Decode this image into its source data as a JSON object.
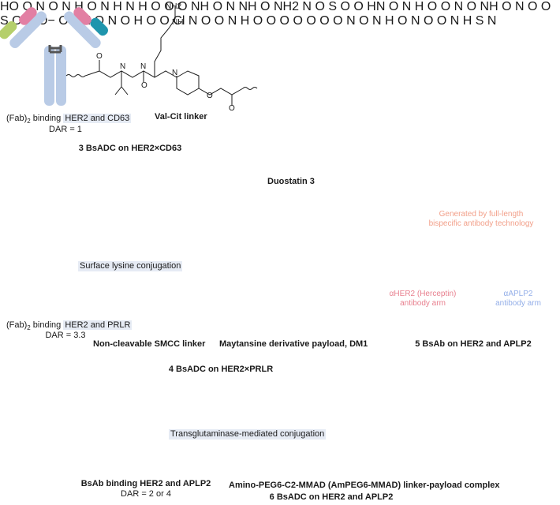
{
  "colors": {
    "fab_pink": "#e27fa3",
    "fab_green": "#b5cf6b",
    "fab_blue": "#b9cbe6",
    "fab_teal": "#1f95ad",
    "fab_tan": "#c7a77e",
    "hc_pink": "#e48bb1",
    "hc_blue": "#a9c3ee",
    "payload_star": "#f2a08a",
    "label_pink": "#e8808f",
    "label_blue": "#93aee8",
    "highlight": "#e6ebf4"
  },
  "panel3": {
    "fab_prefix": "(Fab)",
    "fab_sub": "2",
    "fab_binding": " binding ",
    "fab_target": "HER2 and CD63",
    "dar": "DAR = 1",
    "linker_label": "Val-Cit linker",
    "title": "3 BsADC on HER2×CD63",
    "atoms": {
      "nh2": "NH2",
      "nh_a": "NH",
      "o1": "O",
      "h_n": "H",
      "n1": "N",
      "o2": "O",
      "o3": "O",
      "n2": "N",
      "h2": "H",
      "o4": "O",
      "n3": "N",
      "h3": "H",
      "o5": "O",
      "o6": "O"
    }
  },
  "panel_duostatin": {
    "label": "Duostatin 3",
    "atoms": {
      "ho": "HO",
      "o_acid": "O",
      "n_pip": "N",
      "o_a": "O",
      "nh_b": "N",
      "h_b": "H",
      "o_b": "O",
      "n_c": "N",
      "h_c": "H",
      "o_c": "O",
      "n_d": "N",
      "h_d": "H",
      "o_d": "O",
      "o_e": "O",
      "n_e": "N",
      "o_f": "O",
      "nh_f": "NH",
      "nh_g": "NH",
      "o_g": "O",
      "h2n": "NH2",
      "n_h": "N",
      "o_h": "O",
      "s": "S",
      "o_s1": "O",
      "o_s2": "O",
      "hn": "HN",
      "o_i": "O",
      "n_i": "N",
      "h_i": "H",
      "o_j": "O",
      "o_k": "O",
      "n_k": "N",
      "o_l": "O"
    }
  },
  "panel4": {
    "conjugation": "Surface lysine conjugation",
    "fab_prefix": "(Fab)",
    "fab_sub": "2",
    "fab_binding": " binding ",
    "fab_target": "HER2 and PRLR",
    "dar": "DAR = 3.3",
    "linker_label": "Non-cleavable SMCC linker",
    "payload_label": "Maytansine derivative payload, DM1",
    "title": "4 BsADC on HER2×PRLR",
    "atoms": {
      "nh": "NH",
      "o1": "O",
      "n_mal": "N",
      "o2": "O",
      "s": "S",
      "o3": "O",
      "n_am": "N",
      "o4": "O",
      "o_minus": "O−",
      "oh": "OH",
      "o5": "O",
      "o6": "O",
      "n7": "N",
      "o8": "O",
      "h9": "H",
      "o10": "O",
      "o11": "O",
      "cl": "Cl",
      "n12": "N",
      "o13": "O",
      "o14": "O"
    }
  },
  "panel5": {
    "tech_line1": "Generated by full-length",
    "tech_line2": "bispecific antibody technology",
    "arm_left_1": "αHER2 (Herceptin)",
    "arm_left_2": "antibody arm",
    "arm_right_1": "αAPLP2",
    "arm_right_2": "antibody arm",
    "title": "5 BsAb on HER2 and APLP2"
  },
  "panel6": {
    "conjugation": "Transglutaminase-mediated conjugation",
    "bsab_label": "BsAb binding HER2 and APLP2",
    "dar": "DAR = 2 or 4",
    "complex_label": "Amino-PEG6-C2-MMAD (AmPEG6-MMAD) linker-payload complex",
    "title": "6 BsADC on HER2 and APLP2",
    "atoms": {
      "hn": "H",
      "n0": "N",
      "o1": "O",
      "o2": "O",
      "o3": "O",
      "o4": "O",
      "o5": "O",
      "o6": "O",
      "o7": "O",
      "n8": "N",
      "o9": "O",
      "n10": "N",
      "h10": "H",
      "o11": "O",
      "n12": "N",
      "o13": "O",
      "o14": "O",
      "n15": "N",
      "h15": "H",
      "s16": "S",
      "n17": "N"
    }
  }
}
